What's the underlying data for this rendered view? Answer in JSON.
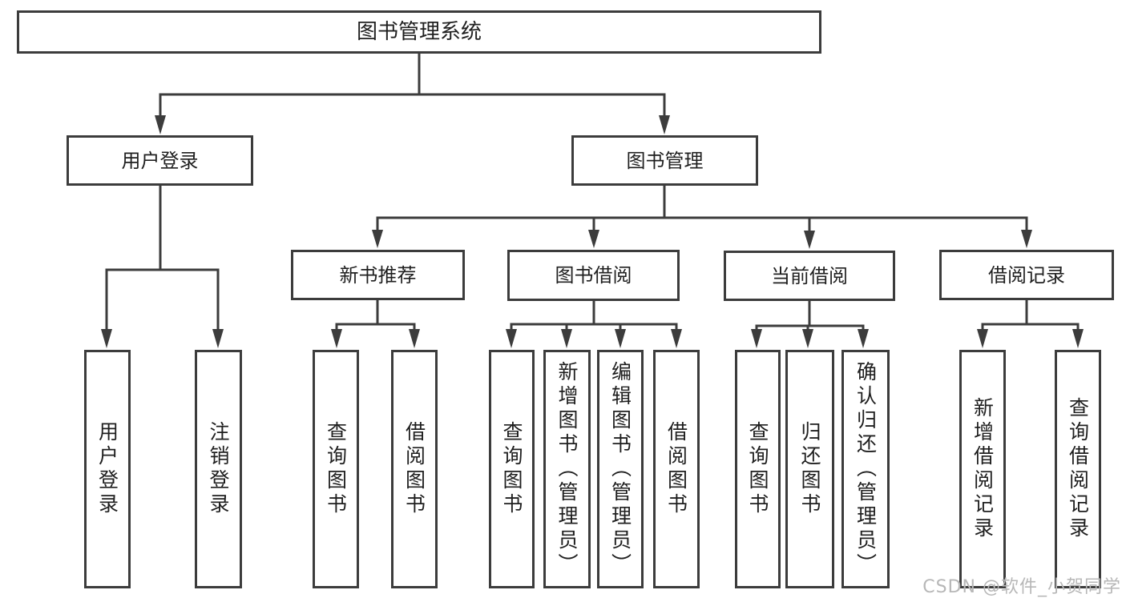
{
  "diagram": {
    "root": {
      "label": "图书管理系统"
    },
    "user_login": {
      "label": "用户登录",
      "leaves": [
        "用户登录",
        "注销登录"
      ]
    },
    "book_mgmt": {
      "label": "图书管理",
      "sections": [
        {
          "label": "新书推荐",
          "leaves": [
            "查询图书",
            "借阅图书"
          ]
        },
        {
          "label": "图书借阅",
          "leaves": [
            "查询图书",
            "新增图书（管理员）",
            "编辑图书（管理员）",
            "借阅图书"
          ]
        },
        {
          "label": "当前借阅",
          "leaves": [
            "查询图书",
            "归还图书",
            "确认归还（管理员）"
          ]
        },
        {
          "label": "借阅记录",
          "leaves": [
            "新增借阅记录",
            "查询借阅记录"
          ]
        }
      ]
    }
  },
  "watermark": "CSDN @软件_小贺同学",
  "colors": {
    "line": "#3c3c3c",
    "text": "#1f1f1f",
    "box_bg": "#ffffff",
    "watermark": "#b7b7b7",
    "background": "#ffffff"
  }
}
